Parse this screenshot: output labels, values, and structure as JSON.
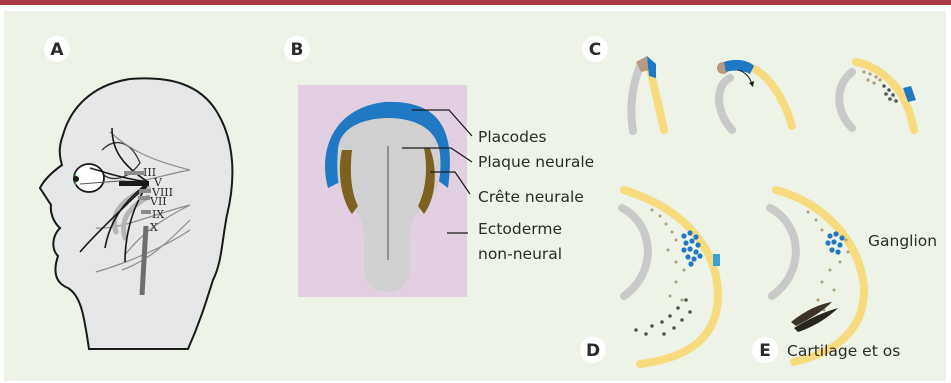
{
  "panels": {
    "A": "A",
    "B": "B",
    "C": "C",
    "D": "D",
    "E": "E"
  },
  "nerves": [
    "III",
    "V",
    "VIII",
    "VII",
    "IX",
    "X"
  ],
  "labels_B": {
    "placodes": "Placodes",
    "plaque": "Plaque neurale",
    "crete": "Crête neurale",
    "ecto1": "Ectoderme",
    "ecto2": "non-neural"
  },
  "labels_E": {
    "ganglion": "Ganglion",
    "cartilage": "Cartilage et os"
  },
  "colors": {
    "accent_bar": "#a83a45",
    "background": "#eef3e7",
    "placode_blue": "#1f78c1",
    "crest_brown": "#7d6120",
    "ectoderm_yellow": "#f6dc7e",
    "neural_grey": "#c9c9c9",
    "plate_pink": "#e2cfe2"
  }
}
